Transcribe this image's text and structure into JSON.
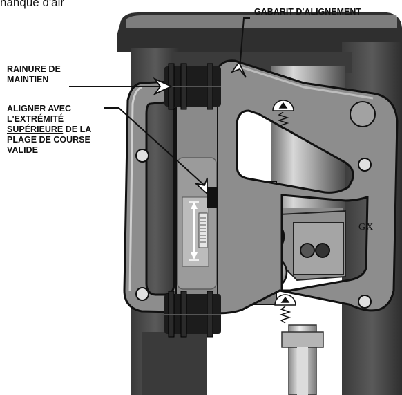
{
  "top_fragment": "nanque d'air",
  "labels": {
    "gabarit": "GABARIT D'ALIGNEMENT",
    "rainure_line1": "RAINURE DE",
    "rainure_line2": "MAINTIEN",
    "aligner_line1": "ALIGNER AVEC",
    "aligner_line2": "L'EXTRÉMITÉ",
    "aligner_line3a": "SUPÉRIEURE",
    "aligner_line3b": " DE LA",
    "aligner_line4": "PLAGE DE COURSE",
    "aligner_line5": "VALIDE"
  },
  "engraving": "GX"
}
